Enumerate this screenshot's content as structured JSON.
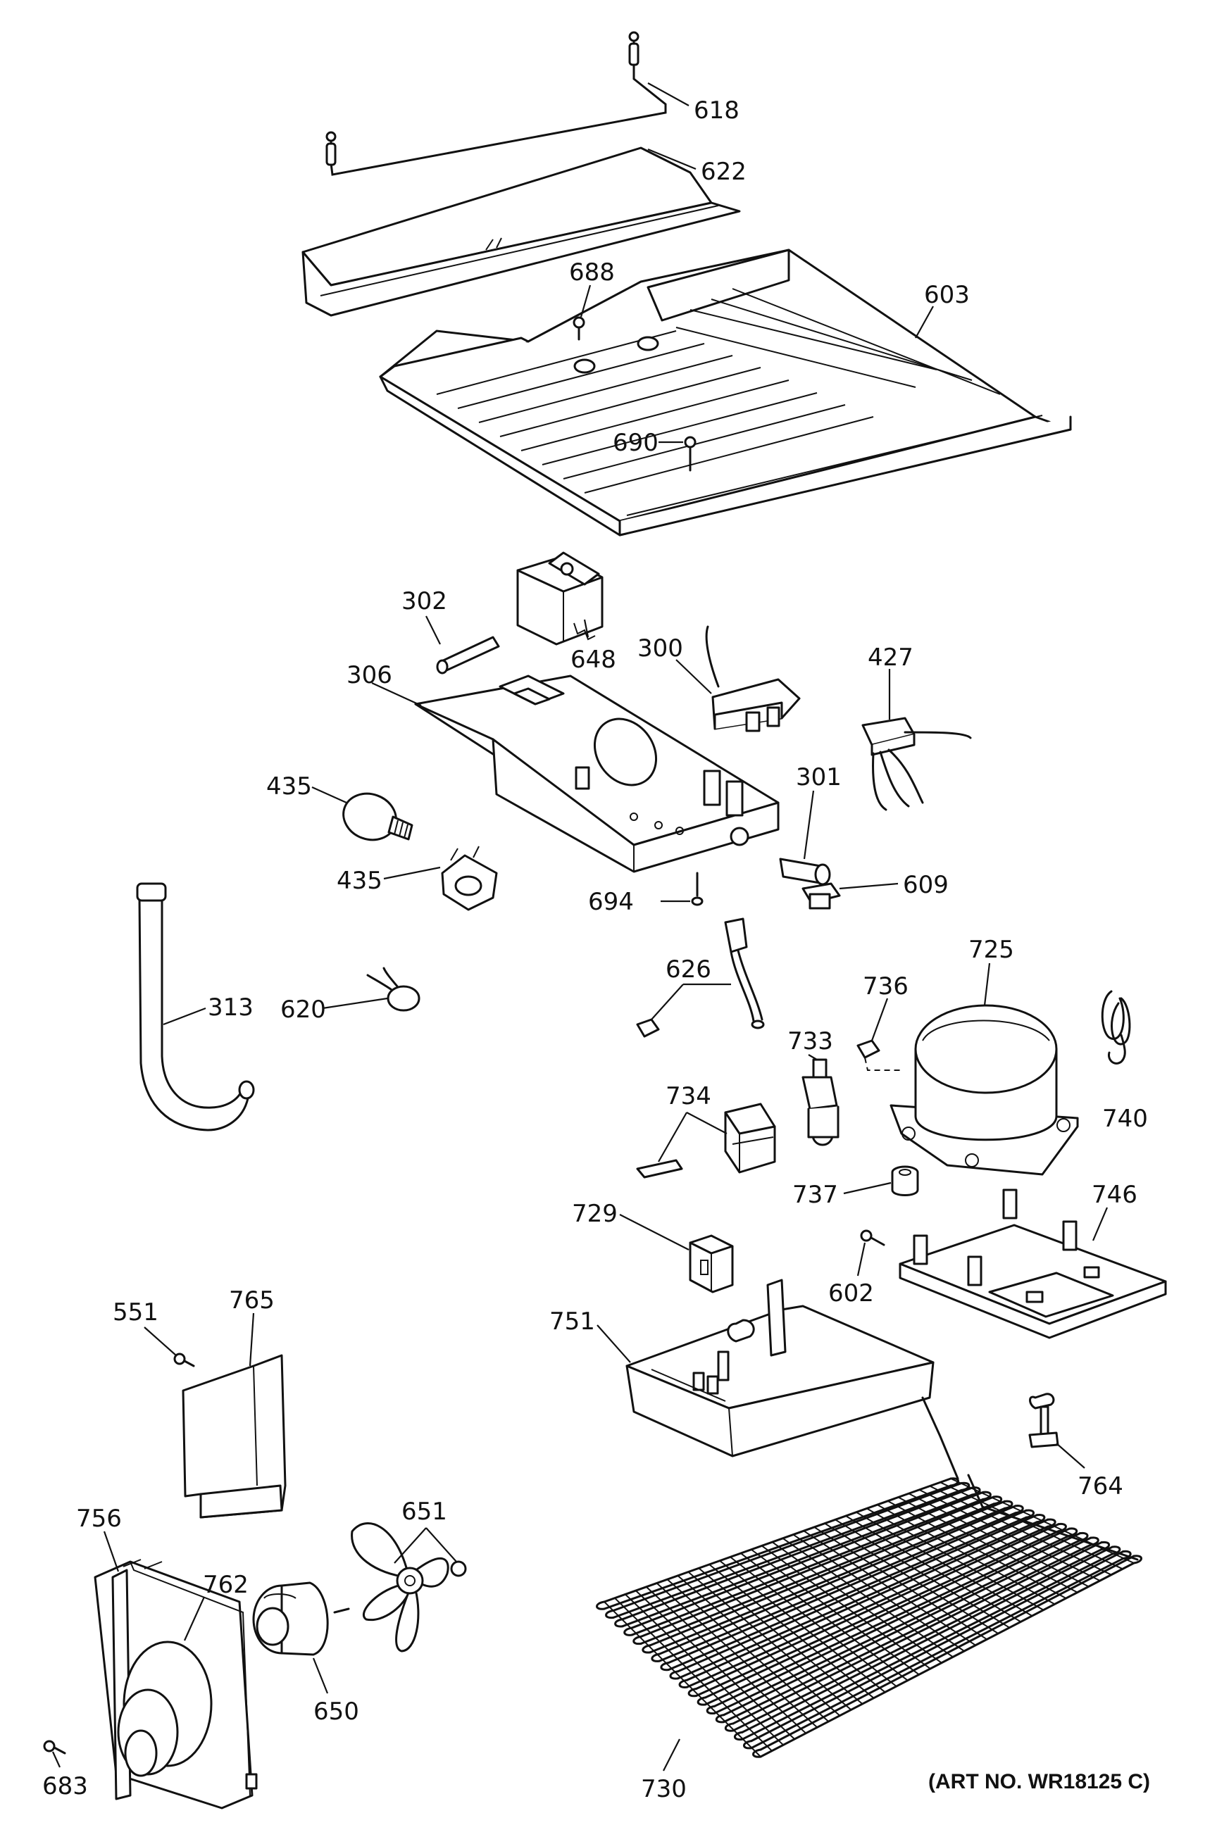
{
  "diagram": {
    "parts": [
      {
        "id": "618",
        "label": "618",
        "name": "heater wire"
      },
      {
        "id": "622",
        "label": "622",
        "name": "trough"
      },
      {
        "id": "688",
        "label": "688",
        "name": "screw"
      },
      {
        "id": "603",
        "label": "603",
        "name": "shelf"
      },
      {
        "id": "690",
        "label": "690",
        "name": "screw"
      },
      {
        "id": "302",
        "label": "302",
        "name": "knob"
      },
      {
        "id": "648",
        "label": "648",
        "name": "timer"
      },
      {
        "id": "306",
        "label": "306",
        "name": "control housing"
      },
      {
        "id": "300",
        "label": "300",
        "name": "thermostat"
      },
      {
        "id": "427",
        "label": "427",
        "name": "terminal block"
      },
      {
        "id": "435a",
        "label": "435",
        "name": "light bulb"
      },
      {
        "id": "435b",
        "label": "435",
        "name": "socket"
      },
      {
        "id": "301",
        "label": "301",
        "name": "shaft"
      },
      {
        "id": "694",
        "label": "694",
        "name": "screw"
      },
      {
        "id": "609",
        "label": "609",
        "name": "switch"
      },
      {
        "id": "313",
        "label": "313",
        "name": "drain tube"
      },
      {
        "id": "620",
        "label": "620",
        "name": "capacitor"
      },
      {
        "id": "626",
        "label": "626",
        "name": "power cord"
      },
      {
        "id": "736",
        "label": "736",
        "name": "clip"
      },
      {
        "id": "725",
        "label": "725",
        "name": "compressor"
      },
      {
        "id": "733",
        "label": "733",
        "name": "overload"
      },
      {
        "id": "740",
        "label": "740",
        "name": "spring"
      },
      {
        "id": "734",
        "label": "734",
        "name": "relay"
      },
      {
        "id": "737",
        "label": "737",
        "name": "grommet"
      },
      {
        "id": "729",
        "label": "729",
        "name": "relay cover"
      },
      {
        "id": "746",
        "label": "746",
        "name": "base plate"
      },
      {
        "id": "602",
        "label": "602",
        "name": "screw"
      },
      {
        "id": "551",
        "label": "551",
        "name": "screw"
      },
      {
        "id": "765",
        "label": "765",
        "name": "cover"
      },
      {
        "id": "751",
        "label": "751",
        "name": "drain pan"
      },
      {
        "id": "764",
        "label": "764",
        "name": "clip"
      },
      {
        "id": "651",
        "label": "651",
        "name": "fan blade"
      },
      {
        "id": "756",
        "label": "756",
        "name": "shroud"
      },
      {
        "id": "762",
        "label": "762",
        "name": "mount"
      },
      {
        "id": "650",
        "label": "650",
        "name": "fan motor"
      },
      {
        "id": "683",
        "label": "683",
        "name": "screw"
      },
      {
        "id": "730",
        "label": "730",
        "name": "condenser"
      }
    ],
    "art_number": "(ART NO. WR18125 C)"
  }
}
